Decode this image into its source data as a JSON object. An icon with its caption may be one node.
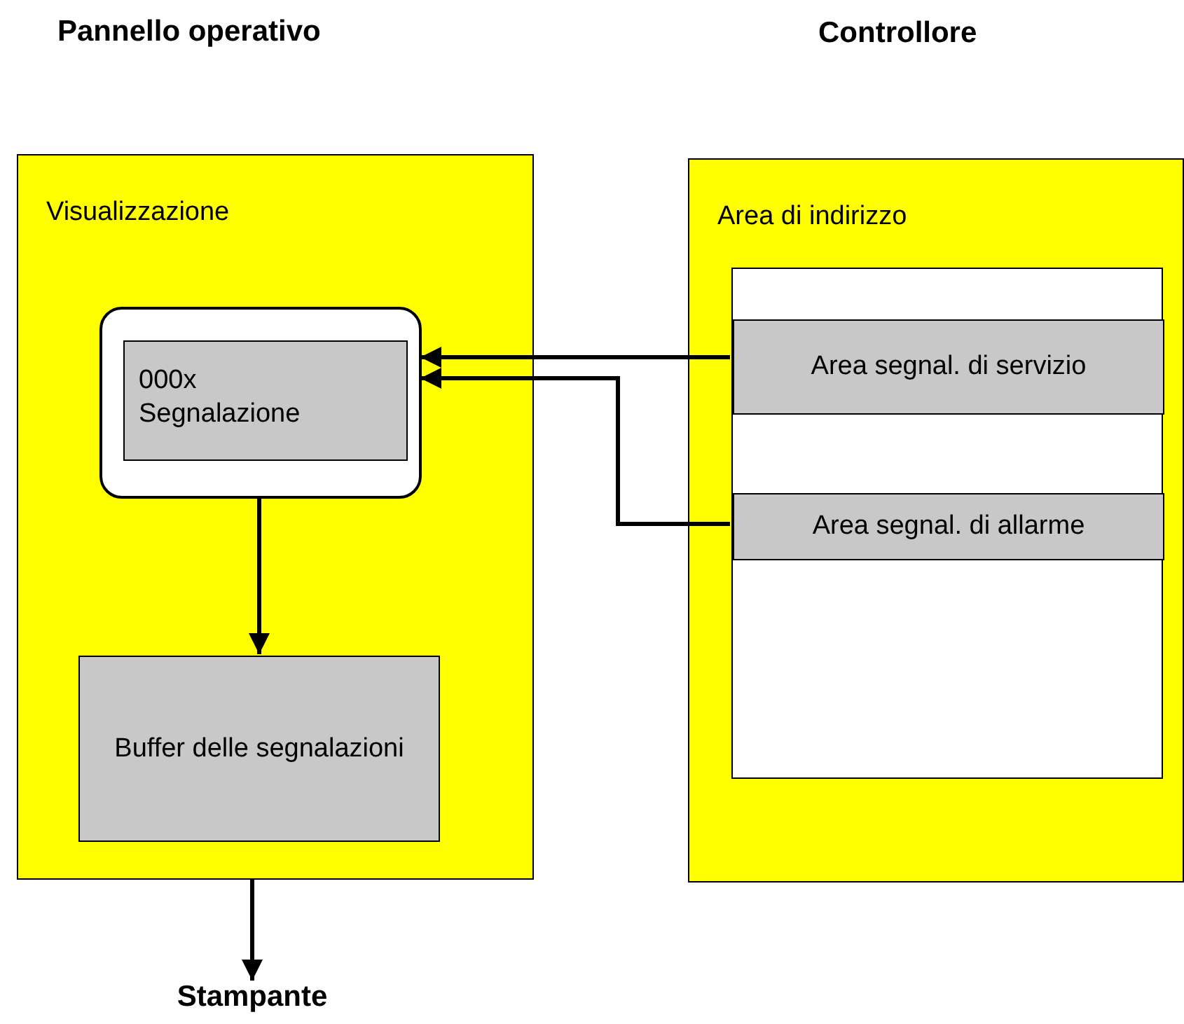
{
  "diagram": {
    "nodes": [
      {
        "text": [
          "Pannello operativo",
          "Visualizzazione"
        ]
      },
      {
        "text": [],
        "shape": "box",
        "in": 0
      },
      {
        "text": [
          "000x",
          "Segnalazione"
        ],
        "in": 1
      },
      {
        "text": [
          "Buffer delle segnalazioni"
        ],
        "in": 0
      },
      {
        "text": [
          "Controllore",
          "Area di indirizzo"
        ]
      },
      {
        "text": [],
        "shape": "box",
        "in": 4
      },
      {
        "text": [
          "Area segnal. di servizio"
        ],
        "in": 5
      },
      {
        "text": [
          "Area segnal. di allarme"
        ],
        "in": 5
      },
      {
        "text": [
          "Stampante"
        ]
      }
    ],
    "edges": [
      {
        "from": 6,
        "to": 1,
        "arrow": "to"
      },
      {
        "from": 7,
        "to": 1,
        "arrow": "to"
      },
      {
        "from": 1,
        "to": 3,
        "arrow": "to"
      },
      {
        "from": 0,
        "to": 8,
        "arrow": "to"
      }
    ]
  }
}
